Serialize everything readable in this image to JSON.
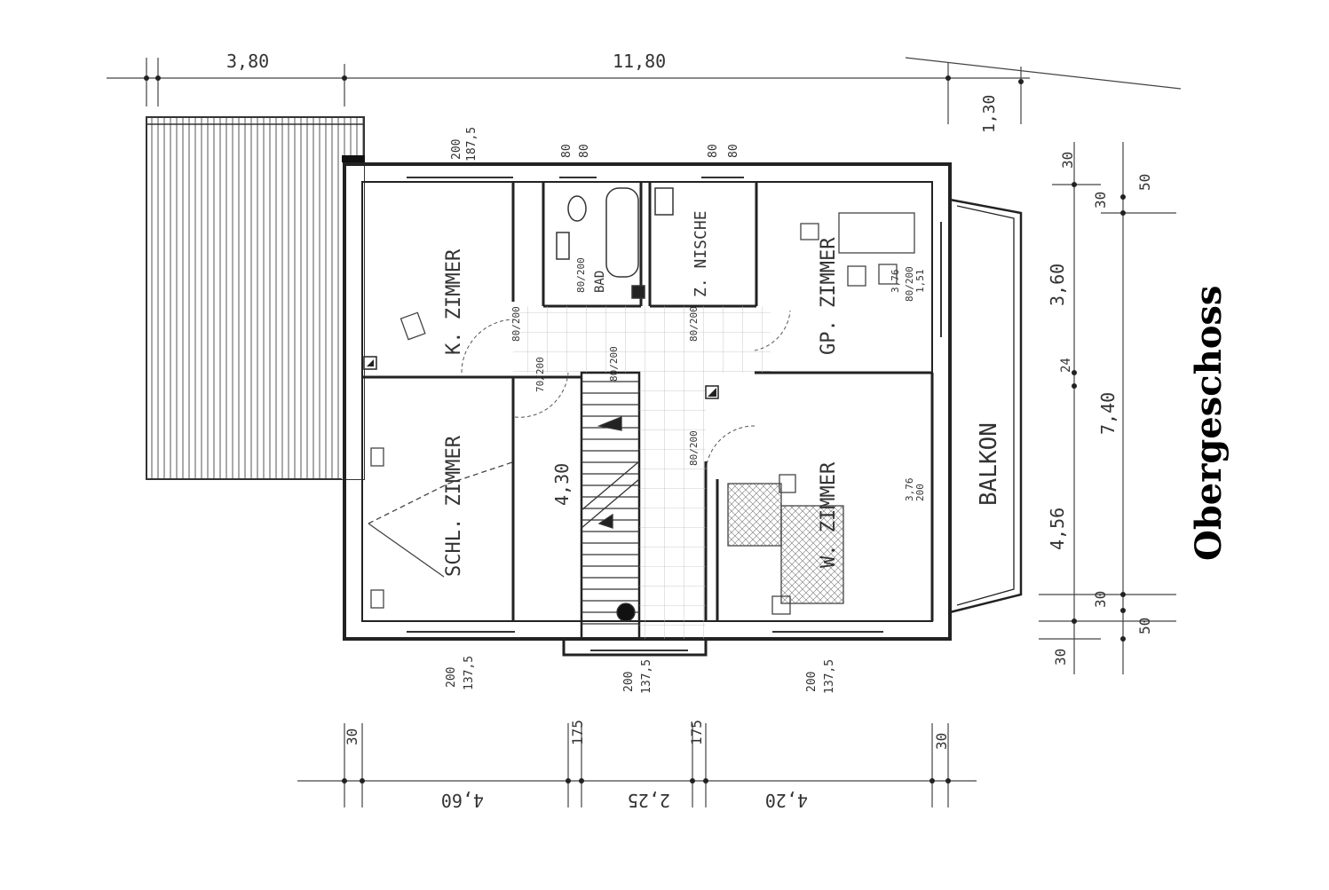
{
  "title": "Obergeschoss",
  "rooms": {
    "room1": "K. ZIMMER",
    "room2": "SCHL. ZIMMER",
    "room3": "GP. ZIMMER",
    "room4": "W. ZIMMER",
    "nische": "Z. NISCHE",
    "bath": "BAD",
    "balcony": "BALKON"
  },
  "dimensions": {
    "top_left": "3,80",
    "top_total": "11,80",
    "right_130": "1,30",
    "right_30a": "30",
    "right_50a": "50",
    "right_30b": "30",
    "right_360": "3,60",
    "right_24": "24",
    "right_740": "7,40",
    "right_456": "4,56",
    "right_30c": "30",
    "right_50b": "50",
    "right_30d": "30",
    "bottom_30a": "30",
    "bottom_175a": "175",
    "bottom_175b": "175",
    "bottom_30b": "30",
    "bottom_460": "4,60",
    "bottom_225": "2,25",
    "bottom_420": "4,20",
    "stair_430": "4,30",
    "win1": "200",
    "win1b": "187,5",
    "win2": "80",
    "win2b": "80",
    "win3": "80",
    "win3b": "80",
    "win4": "200",
    "win4b": "137,5",
    "win5": "200",
    "win5b": "137,5",
    "win6": "200",
    "win6b": "137,5",
    "door1": "80/200",
    "door2": "80/200",
    "door3": "80/200",
    "door4": "80/200",
    "door5": "70/200",
    "door6": "80/200",
    "door7": "80/200",
    "side1": "3,76",
    "side1b": "200",
    "side2": "3,76",
    "side2b": "1,51"
  },
  "colors": {
    "ink": "#333333",
    "wall": "#222222",
    "title": "#000000"
  }
}
